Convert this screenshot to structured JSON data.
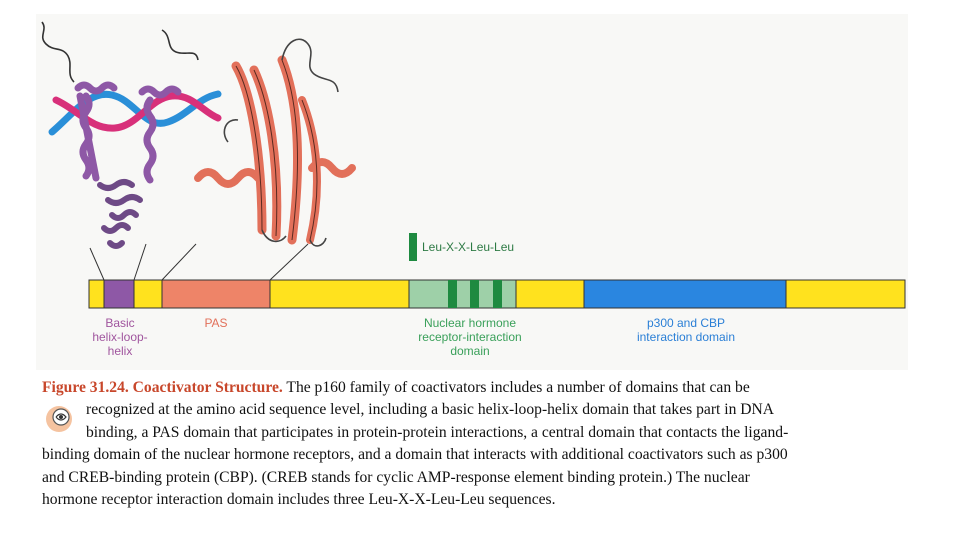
{
  "figure": {
    "motif_label": "Leu-X-X-Leu-Leu",
    "domains": [
      {
        "label": "Basic\nhelix-loop-\nhelix",
        "color": "#a0559e"
      },
      {
        "label": "PAS",
        "color": "#e2705a"
      },
      {
        "label": "Nuclear hormone\nreceptor-interaction\ndomain",
        "color": "#3aa05a"
      },
      {
        "label": "p300 and CBP\ninteraction domain",
        "color": "#2a7fd6"
      }
    ],
    "colors": {
      "linker": "#ffe21e",
      "bhlh": "#8e58a6",
      "pas": "#ee8468",
      "nr_domain": "#9ed0a8",
      "leu_motif": "#1e8a40",
      "cbp_domain": "#2a86e0",
      "dna_blue": "#2a8fd8",
      "dna_pink": "#d8307a"
    }
  },
  "caption": {
    "title": "Figure 31.24. Coactivator Structure.",
    "line1": " The p160 family of coactivators includes a number of domains that can be",
    "line2": "recognized at the amino acid sequence level, including a basic helix-loop-helix domain that takes part in DNA",
    "line3": "binding, a PAS domain that participates in protein-protein interactions, a central domain that contacts the ligand-",
    "line4": "binding domain of the nuclear hormone receptors, and a domain that interacts with additional coactivators such as p300",
    "line5": "and CREB-binding protein (CBP). (CREB stands for cyclic AMP-response element binding protein.) The nuclear",
    "line6": "hormone receptor interaction domain includes three Leu-X-X-Leu-Leu sequences."
  }
}
